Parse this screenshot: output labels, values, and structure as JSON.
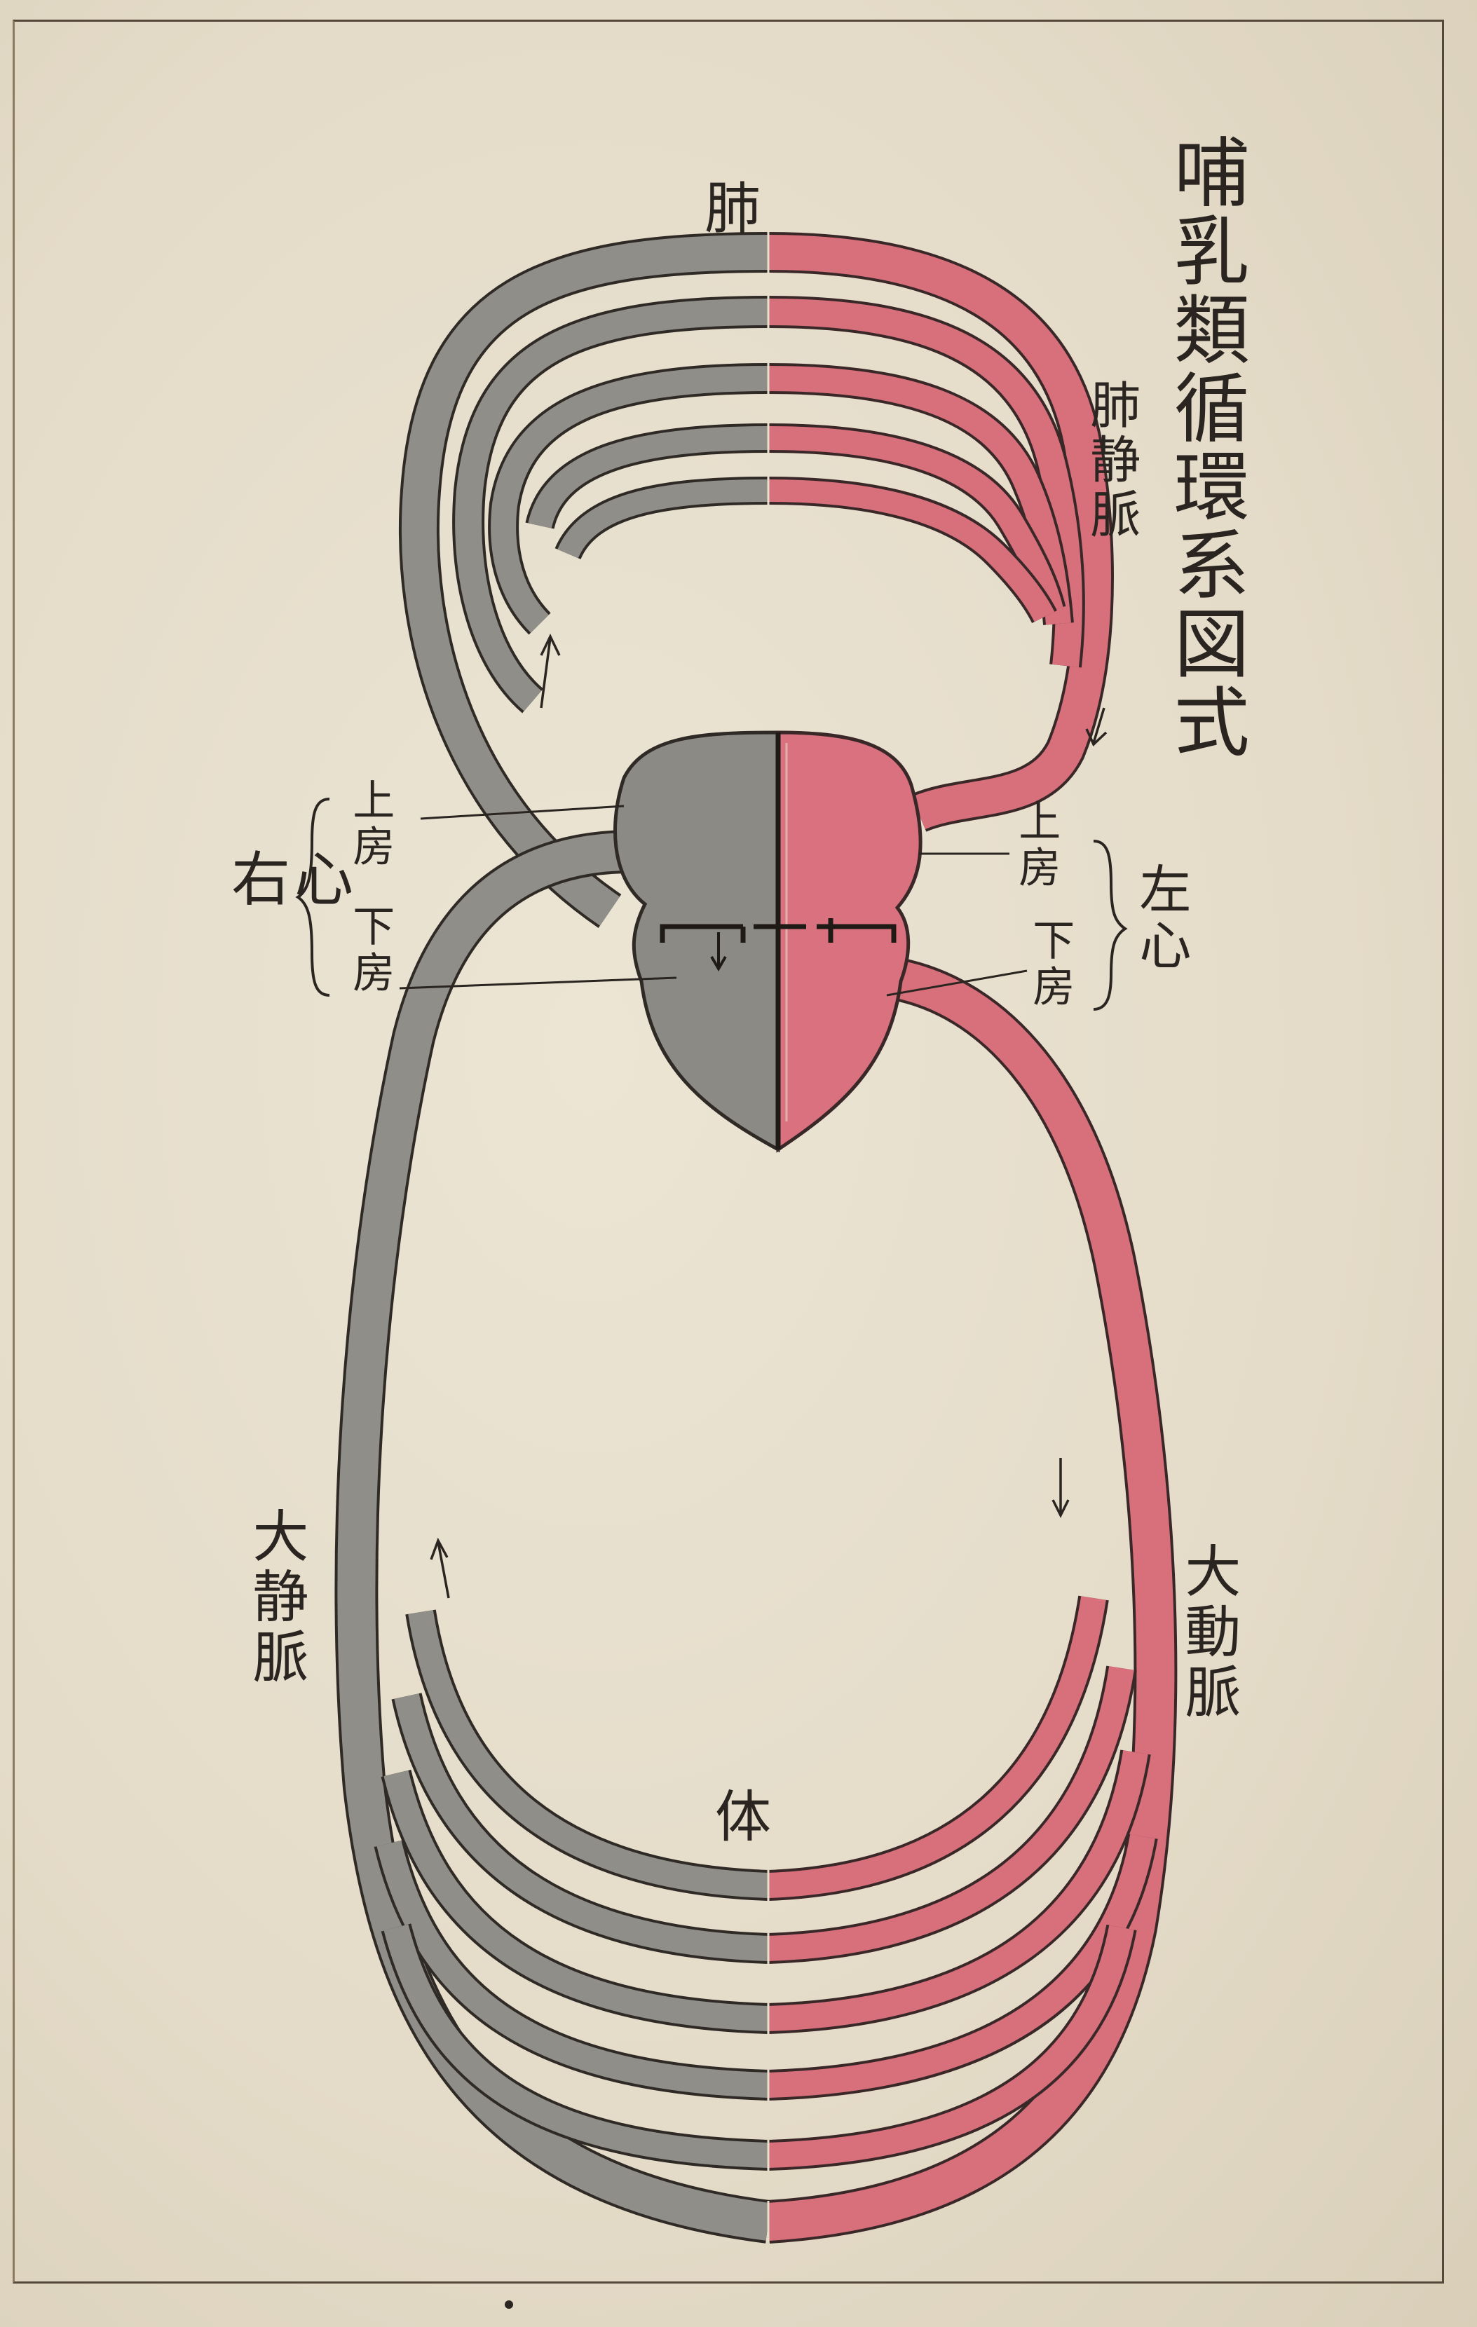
{
  "title": "哺乳類循環系図式",
  "labels": {
    "lung": "肺",
    "pulmonary_vein": "肺静脈",
    "body": "体",
    "vena_cava": "大静脈",
    "aorta": "大動脈",
    "right_heart": "右心",
    "left_heart": "左心",
    "right_upper_chamber": "上房",
    "right_lower_chamber": "下房",
    "left_upper_chamber": "上房",
    "left_lower_chamber": "下房"
  },
  "colors": {
    "paper": "#e7dfcd",
    "venous_gray": "#8b8b86",
    "arterial_red": "#d8707c",
    "ink": "#2a2520"
  }
}
